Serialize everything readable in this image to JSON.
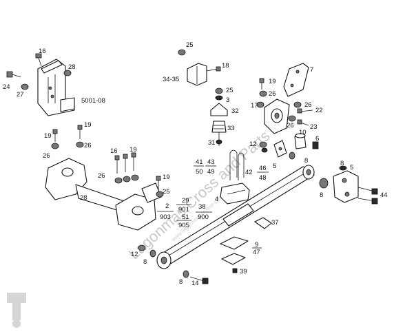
{
  "labels": {
    "l16a": "16",
    "l28a": "28",
    "l24": "24",
    "l27": "27",
    "l5001": "5001-08",
    "l25a": "25",
    "l18": "18",
    "l3435": "34-35",
    "l19a": "19",
    "l26a": "26",
    "l7": "7",
    "l25b": "25",
    "l3": "3",
    "l32": "32",
    "l33": "33",
    "l17": "17",
    "l26b": "26",
    "l26c": "26",
    "l22": "22",
    "l23": "23",
    "l26d": "26",
    "l19b": "19",
    "l26e": "26",
    "l19c": "19",
    "l26f": "26",
    "l16b": "16",
    "l19d": "19",
    "l26g": "26",
    "l19e": "19",
    "l25c": "25",
    "l12a": "12",
    "l10": "10",
    "l6": "6",
    "l31": "31",
    "l5a": "5",
    "l8a": "8",
    "l42": "42",
    "l8b": "8",
    "l5b": "5",
    "l4": "4",
    "l28b": "28",
    "l2": "2",
    "l38": "38",
    "l37": "37",
    "l44": "44",
    "l8c": "8",
    "l12b": "12",
    "l8d": "8",
    "l39": "39",
    "l14": "14",
    "l8e": "8"
  },
  "fractions": {
    "f41_50": {
      "num": "41",
      "den": "50"
    },
    "f43_49": {
      "num": "43",
      "den": "49"
    },
    "f46_48": {
      "num": "46",
      "den": "48"
    },
    "f29_901": {
      "num": "29",
      "den": "901"
    },
    "f51_905": {
      "num": "51",
      "den": "905"
    },
    "f9_47": {
      "num": "9",
      "den": "47"
    },
    "f903": {
      "num": "",
      "den": "903"
    },
    "f900": {
      "num": "",
      "den": "900"
    }
  },
  "watermark": {
    "main": "Lagonmas Cross and Parts",
    "sub": "www.lagonmas-crosse-parts.com"
  }
}
